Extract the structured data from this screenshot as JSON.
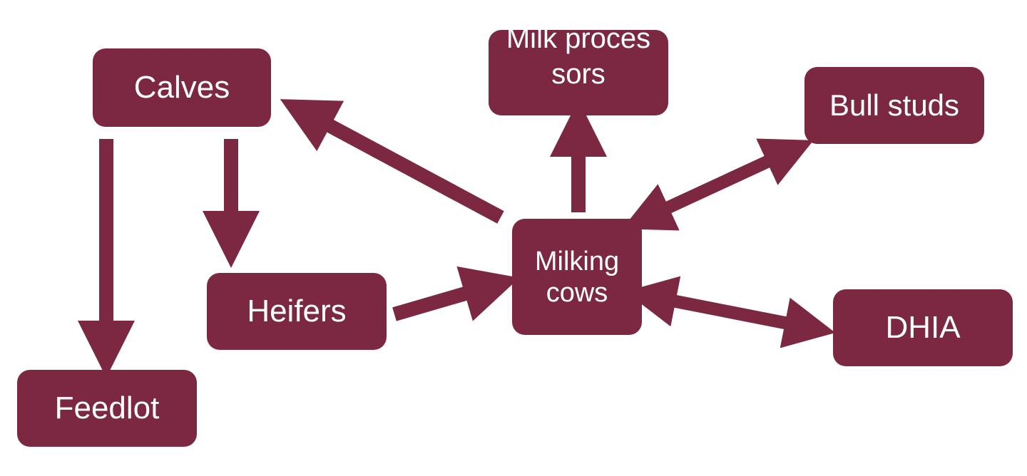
{
  "diagram": {
    "colors": {
      "box_fill": "#7b2840",
      "arrow": "#7b2840",
      "text": "#ffffff",
      "background": "#ffffff"
    },
    "nodes": {
      "calves": "Calves",
      "milk_processors": "Milk processors",
      "bull_studs": "Bull studs",
      "milking_cows": "Milking cows",
      "heifers": "Heifers",
      "dhia": "DHIA",
      "feedlot": "Feedlot"
    },
    "edges": [
      {
        "from": "Milking cows",
        "to": "Calves",
        "direction": "one-way"
      },
      {
        "from": "Milking cows",
        "to": "Milk processors",
        "direction": "one-way"
      },
      {
        "from": "Milking cows",
        "to": "Bull studs",
        "direction": "two-way"
      },
      {
        "from": "Milking cows",
        "to": "DHIA",
        "direction": "two-way"
      },
      {
        "from": "Heifers",
        "to": "Milking cows",
        "direction": "one-way"
      },
      {
        "from": "Calves",
        "to": "Heifers",
        "direction": "one-way"
      },
      {
        "from": "Calves",
        "to": "Feedlot",
        "direction": "one-way"
      }
    ]
  }
}
